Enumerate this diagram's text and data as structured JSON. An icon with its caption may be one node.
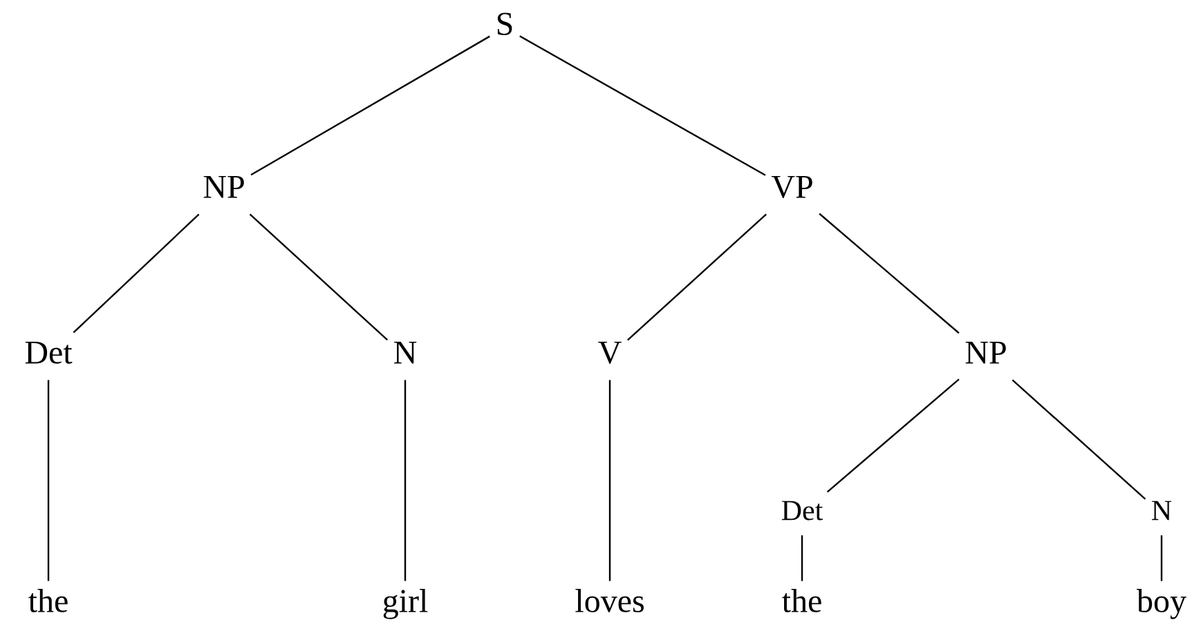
{
  "diagram": {
    "nodes": [
      {
        "text": [
          "S"
        ]
      },
      {
        "text": [
          "NP"
        ]
      },
      {
        "text": [
          "VP"
        ]
      },
      {
        "text": [
          "Det"
        ]
      },
      {
        "text": [
          "N"
        ]
      },
      {
        "text": [
          "V"
        ]
      },
      {
        "text": [
          "NP"
        ]
      },
      {
        "text": [
          "Det"
        ]
      },
      {
        "text": [
          "N"
        ]
      },
      {
        "text": [
          "the"
        ]
      },
      {
        "text": [
          "girl"
        ]
      },
      {
        "text": [
          "loves"
        ]
      },
      {
        "text": [
          "the"
        ]
      },
      {
        "text": [
          "boy"
        ]
      }
    ],
    "edges": [
      {
        "from": 0,
        "to": 1,
        "arrow": "none"
      },
      {
        "from": 0,
        "to": 2,
        "arrow": "none"
      },
      {
        "from": 1,
        "to": 3,
        "arrow": "none"
      },
      {
        "from": 1,
        "to": 4,
        "arrow": "none"
      },
      {
        "from": 2,
        "to": 5,
        "arrow": "none"
      },
      {
        "from": 2,
        "to": 6,
        "arrow": "none"
      },
      {
        "from": 3,
        "to": 9,
        "arrow": "none"
      },
      {
        "from": 4,
        "to": 10,
        "arrow": "none"
      },
      {
        "from": 5,
        "to": 11,
        "arrow": "none"
      },
      {
        "from": 6,
        "to": 7,
        "arrow": "none"
      },
      {
        "from": 6,
        "to": 8,
        "arrow": "none"
      },
      {
        "from": 7,
        "to": 12,
        "arrow": "none"
      },
      {
        "from": 8,
        "to": 13,
        "arrow": "none"
      }
    ]
  }
}
